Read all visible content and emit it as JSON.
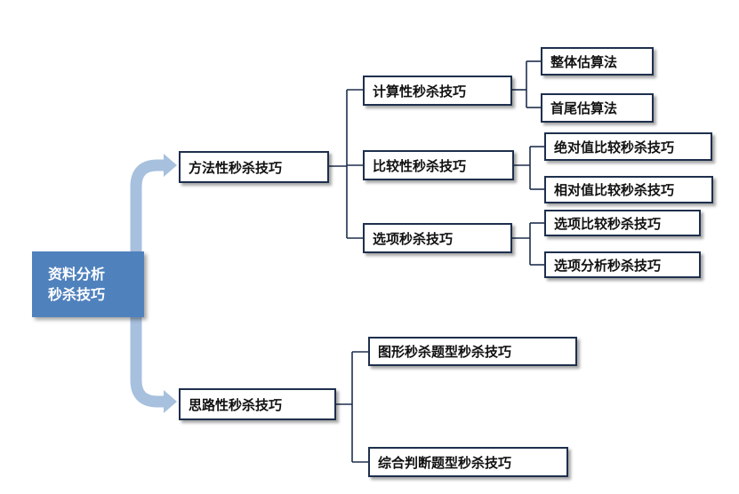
{
  "diagram": {
    "root": {
      "line1": "资料分析",
      "line2": "秒杀技巧"
    },
    "methods": {
      "label": "方法性秒杀技巧",
      "calc": {
        "label": "计算性秒杀技巧",
        "items": [
          "整体估算法",
          "首尾估算法"
        ]
      },
      "compare": {
        "label": "比较性秒杀技巧",
        "items": [
          "绝对值比较秒杀技巧",
          "相对值比较秒杀技巧"
        ]
      },
      "option": {
        "label": "选项秒杀技巧",
        "items": [
          "选项比较秒杀技巧",
          "选项分析秒杀技巧"
        ]
      }
    },
    "thinking": {
      "label": "思路性秒杀技巧",
      "items": [
        "图形秒杀题型秒杀技巧",
        "综合判断题型秒杀技巧"
      ]
    }
  },
  "colors": {
    "root_fill": "#4f81bd",
    "arrow": "#a7c0de",
    "border": "#1e2f4d"
  }
}
